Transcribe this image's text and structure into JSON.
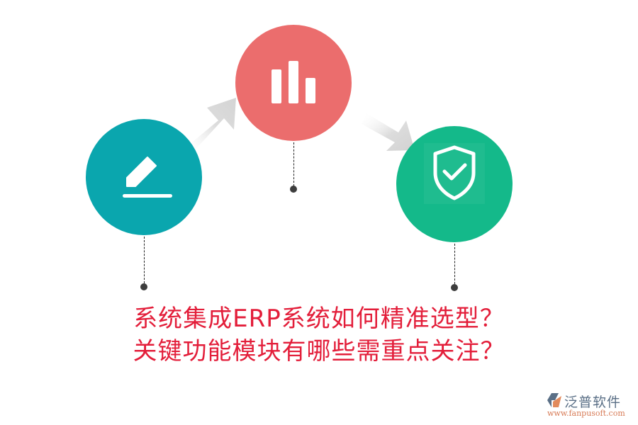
{
  "diagram": {
    "steps": [
      {
        "id": "edit",
        "icon": "pencil-edit-icon",
        "color": "#0aa6ae"
      },
      {
        "id": "analyze",
        "icon": "bar-chart-icon",
        "color": "#eb6d6d"
      },
      {
        "id": "verify",
        "icon": "shield-check-icon",
        "color": "#14b98a"
      }
    ],
    "arrows": [
      {
        "from": "edit",
        "to": "analyze",
        "color": "#d6d6d6"
      },
      {
        "from": "analyze",
        "to": "verify",
        "color": "#d6d6d6"
      }
    ],
    "connector_dot_color": "#3d3d3d"
  },
  "title": {
    "line1": "系统集成ERP系统如何精准选型？",
    "line2": "关键功能模块有哪些需重点关注？",
    "color": "#e31e3a"
  },
  "watermark": {
    "name": "泛普软件",
    "url": "www.fanpusoft.com"
  }
}
